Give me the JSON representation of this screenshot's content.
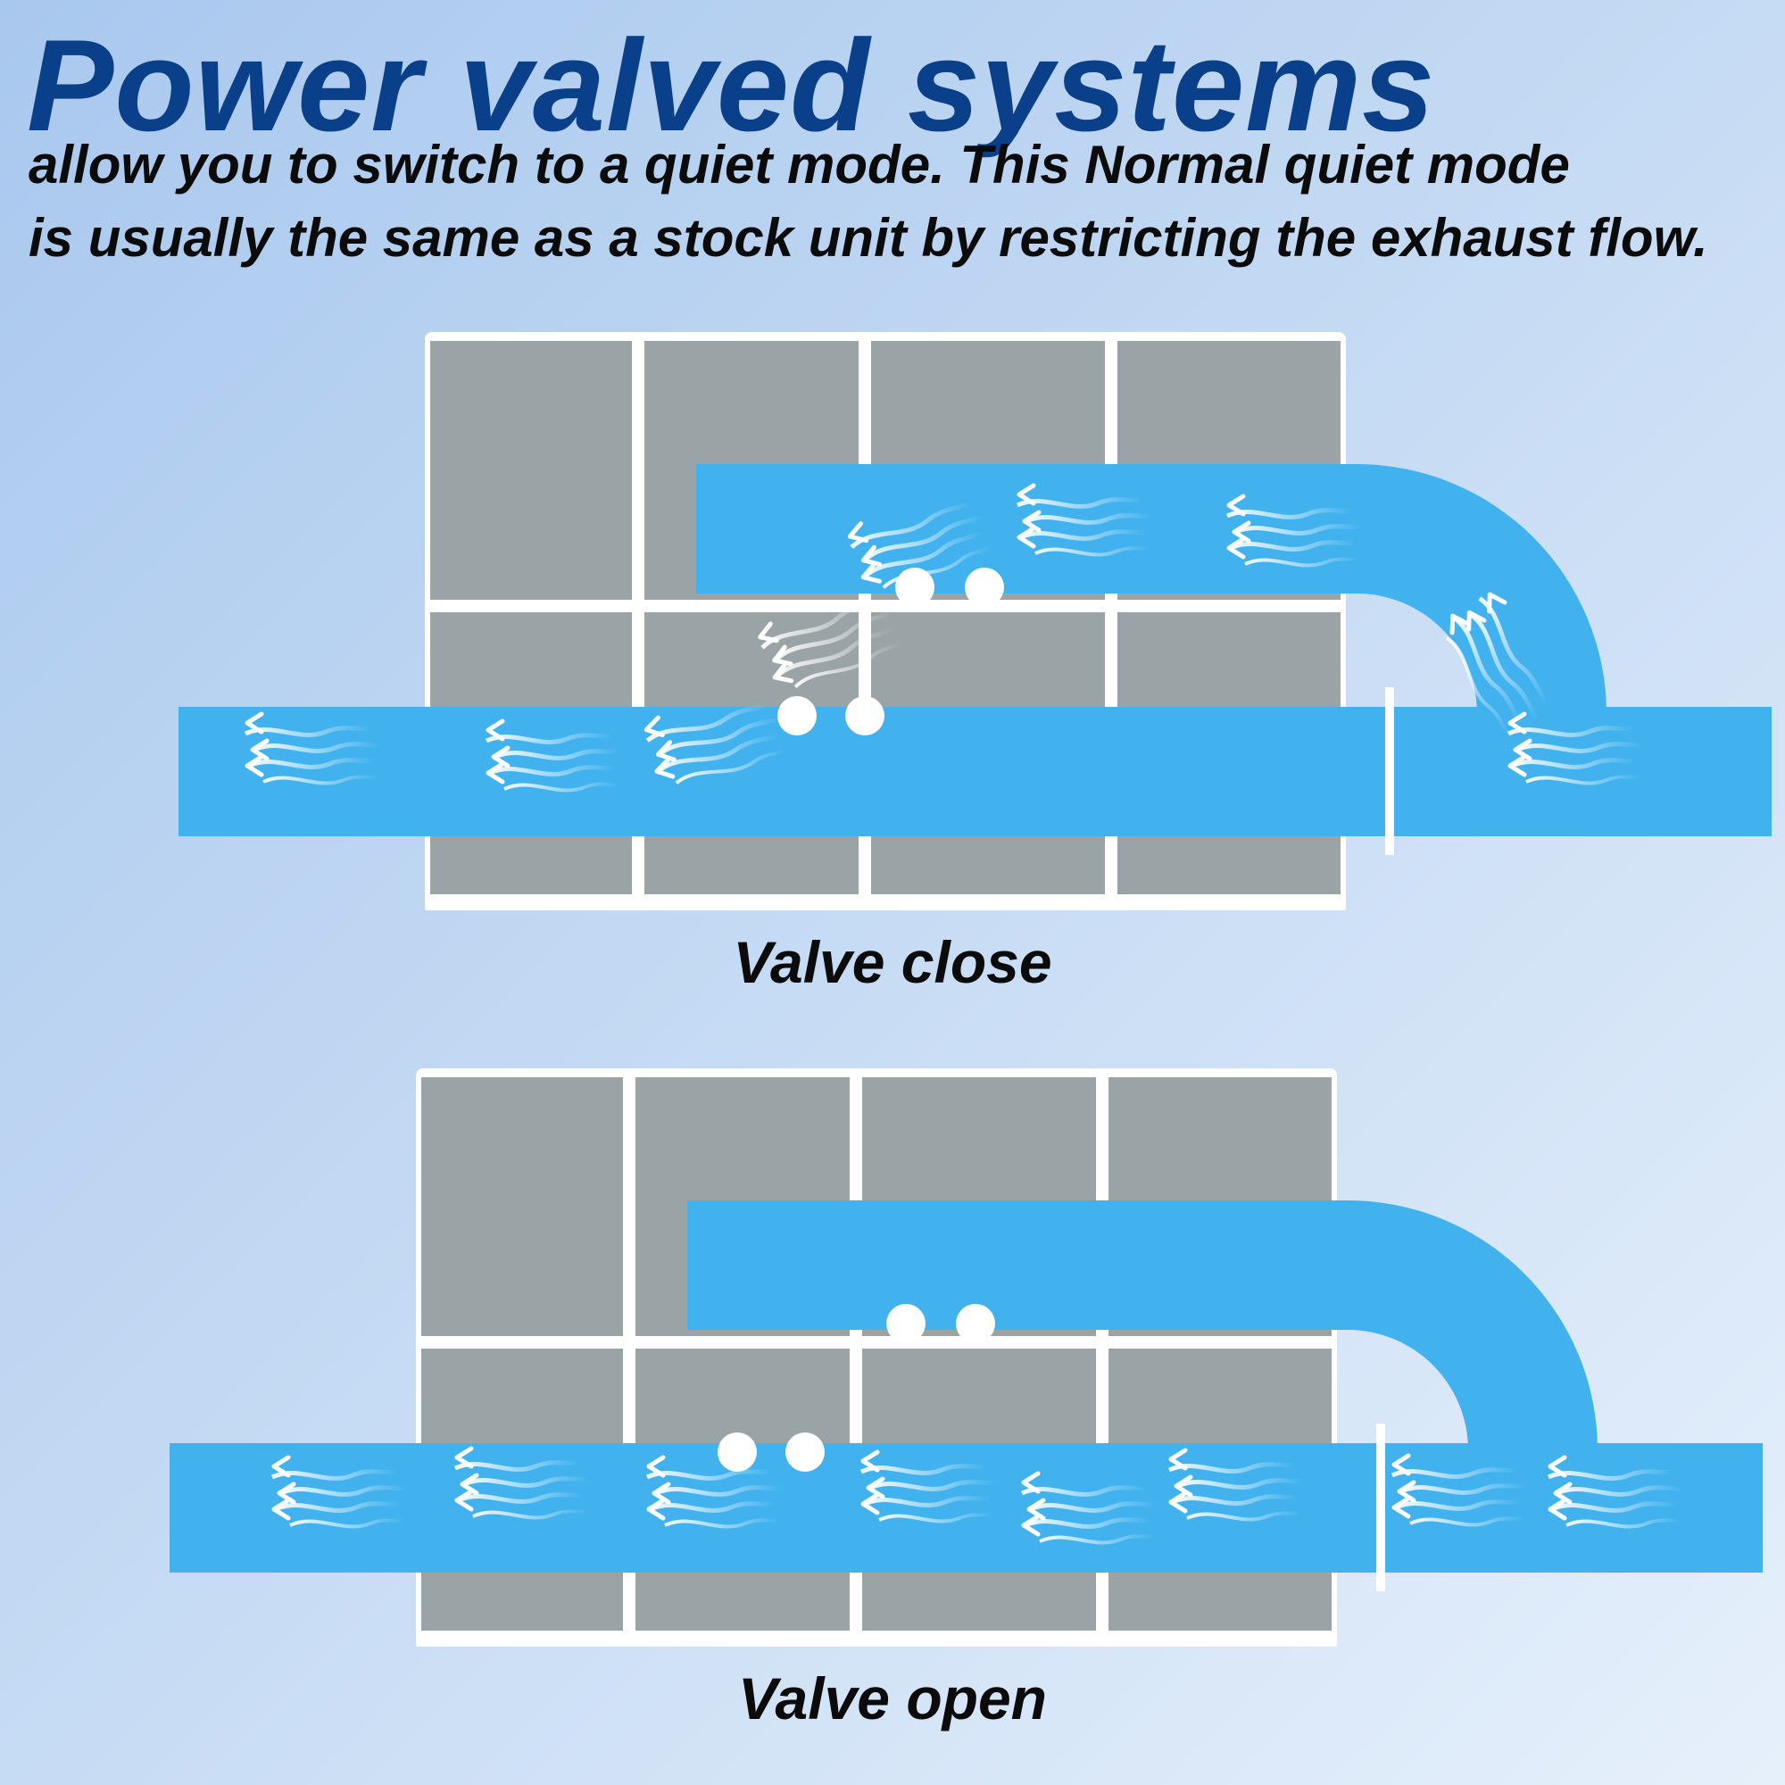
{
  "header": {
    "title": "Power valved systems",
    "subtitle_line1": "allow you to switch to a quiet mode. This Normal quiet mode",
    "subtitle_line2": "is usually the same as a stock unit by restricting the exhaust flow."
  },
  "diagrams": [
    {
      "caption": "Valve close",
      "state": "closed"
    },
    {
      "caption": "Valve open",
      "state": "open"
    }
  ],
  "colors": {
    "pipe": "#41b2ee",
    "chamber": "#9aa4a6",
    "grid_line": "#ffffff",
    "title": "#0a3f8a",
    "arrow": "#ffffff"
  },
  "icons": [
    "flow-arrow-icon"
  ]
}
